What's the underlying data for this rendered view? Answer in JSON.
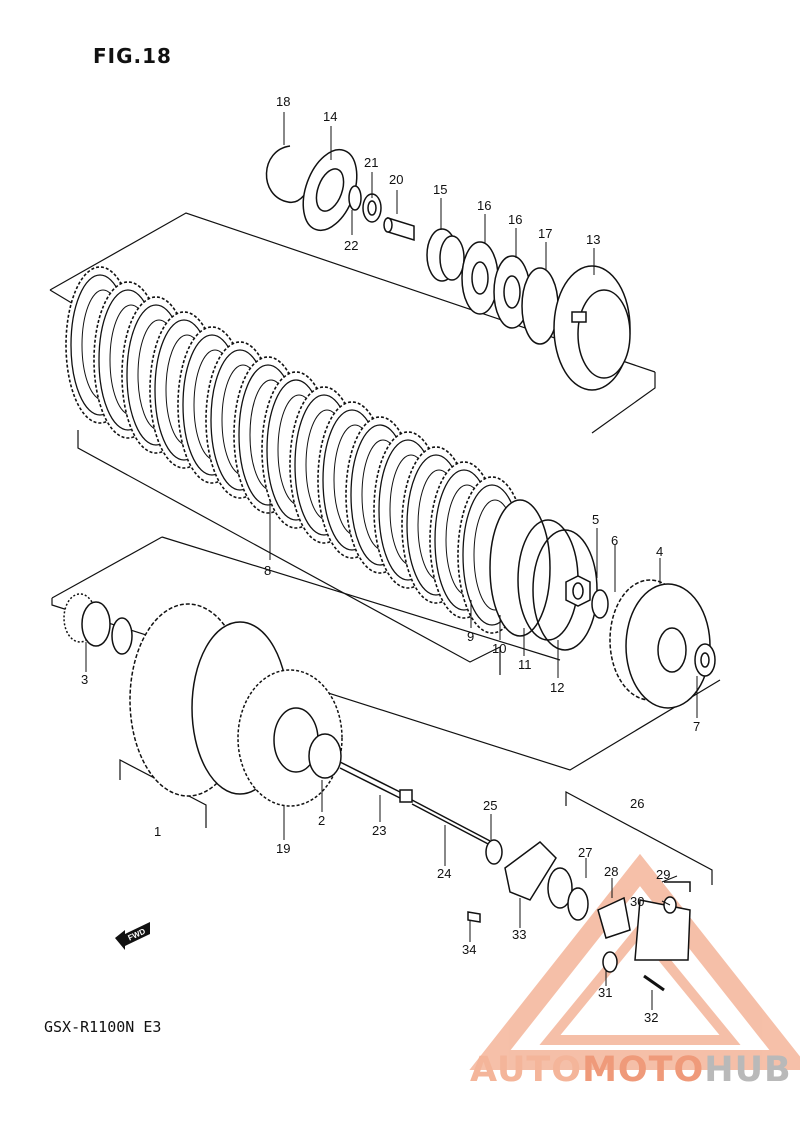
{
  "figure_title": "FIG.18",
  "model_code": "GSX-R1100N E3",
  "fwd_label": "FWD",
  "watermark": {
    "part1": "AUTO",
    "part2": "MOTO",
    "part3": "HUB",
    "colors": {
      "light": "#f4b59a",
      "mid": "#ef9a7a",
      "grey": "#b9b9b9"
    }
  },
  "callouts": {
    "c1": "1",
    "c2": "2",
    "c3": "3",
    "c4": "4",
    "c5": "5",
    "c6": "6",
    "c7": "7",
    "c8": "8",
    "c9": "9",
    "c10": "10",
    "c11": "11",
    "c12": "12",
    "c13": "13",
    "c14": "14",
    "c15": "15",
    "c16a": "16",
    "c16b": "16",
    "c17": "17",
    "c18": "18",
    "c19": "19",
    "c20": "20",
    "c21": "21",
    "c22": "22",
    "c23": "23",
    "c24": "24",
    "c25": "25",
    "c26": "26",
    "c27": "27",
    "c28": "28",
    "c29": "29",
    "c30": "30",
    "c31": "31",
    "c32": "32",
    "c33": "33",
    "c34": "34"
  }
}
